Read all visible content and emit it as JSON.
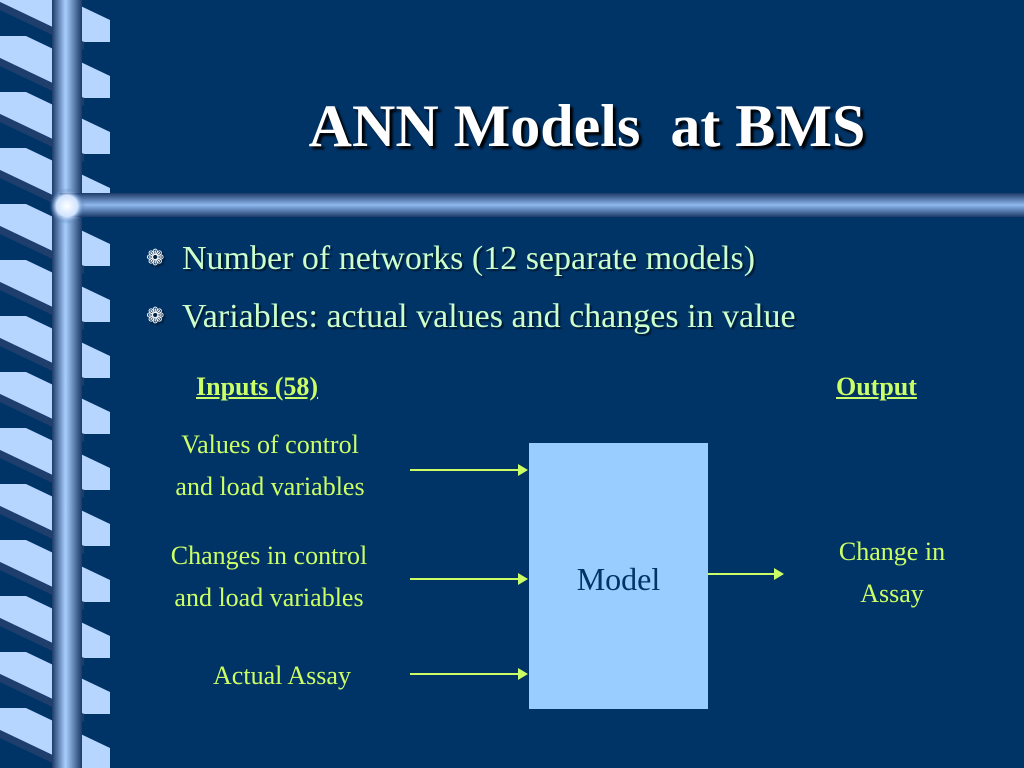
{
  "title": "ANN Models  at BMS",
  "bullets": [
    {
      "glyph": "❁",
      "text": "Number of networks (12 separate models)"
    },
    {
      "glyph": "❁",
      "text": "Variables: actual values and changes in value"
    }
  ],
  "diagram": {
    "inputs_header": "Inputs (58)",
    "output_header": "Output",
    "inputs": [
      {
        "line1": "Values of control",
        "line2": "and load variables"
      },
      {
        "line1": "Changes in control",
        "line2": "and load variables"
      },
      {
        "line1": "Actual Assay",
        "line2": ""
      }
    ],
    "model_label": "Model",
    "output": {
      "line1": "Change in",
      "line2": "Assay"
    }
  },
  "colors": {
    "background": "#003366",
    "label_green": "#ccff66",
    "bullet_text": "#ccffcc",
    "model_box": "#99ccff",
    "bar_light": "#b7d6ff",
    "bar_dark": "#1e3f6e"
  }
}
